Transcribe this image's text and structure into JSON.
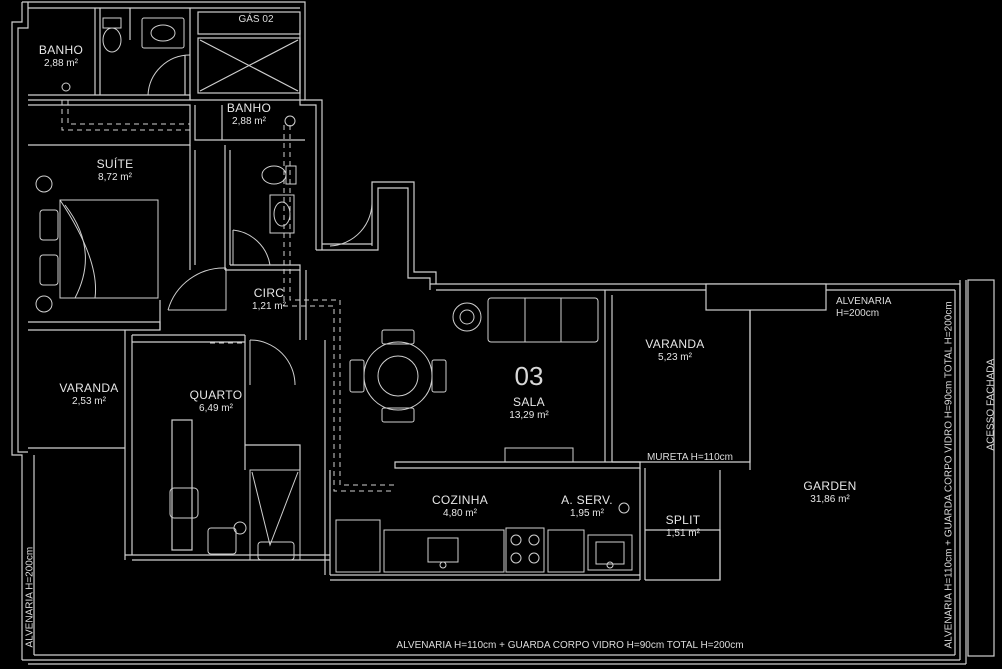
{
  "unit_number": "03",
  "rooms": [
    {
      "id": "banho1",
      "name": "BANHO",
      "area": "2,88 m²"
    },
    {
      "id": "banho2",
      "name": "BANHO",
      "area": "2,88 m²"
    },
    {
      "id": "suite",
      "name": "SUÍTE",
      "area": "8,72 m²"
    },
    {
      "id": "circ",
      "name": "CIRC",
      "area": "1,21 m²"
    },
    {
      "id": "varanda1",
      "name": "VARANDA",
      "area": "2,53 m²"
    },
    {
      "id": "quarto",
      "name": "QUARTO",
      "area": "6,49 m²"
    },
    {
      "id": "sala",
      "name": "SALA",
      "area": "13,29 m²"
    },
    {
      "id": "varanda2",
      "name": "VARANDA",
      "area": "5,23 m²"
    },
    {
      "id": "cozinha",
      "name": "COZINHA",
      "area": "4,80 m²"
    },
    {
      "id": "aserv",
      "name": "A. SERV.",
      "area": "1,95 m²"
    },
    {
      "id": "split",
      "name": "SPLIT",
      "area": "1,51 m²"
    },
    {
      "id": "garden",
      "name": "GARDEN",
      "area": "31,86 m²"
    }
  ],
  "notes": {
    "gas": "GÁS 02",
    "alvenaria_top": "ALVENARIA",
    "alvenaria_top_h": "H=200cm",
    "mureta": "MURETA H=110cm",
    "alvenaria_bottom": "ALVENARIA H=110cm + GUARDA CORPO VIDRO H=90cm TOTAL H=200cm",
    "alvenaria_left": "ALVENARIA H=200cm",
    "alvenaria_right": "ALVENARIA H=110cm + GUARDA CORPO VIDRO H=90cm TOTAL H=200cm",
    "acesso": "ACESSO FACHADA"
  },
  "colors": {
    "background": "#000000",
    "line": "#cfcfcf",
    "text": "#e6e6e6"
  }
}
